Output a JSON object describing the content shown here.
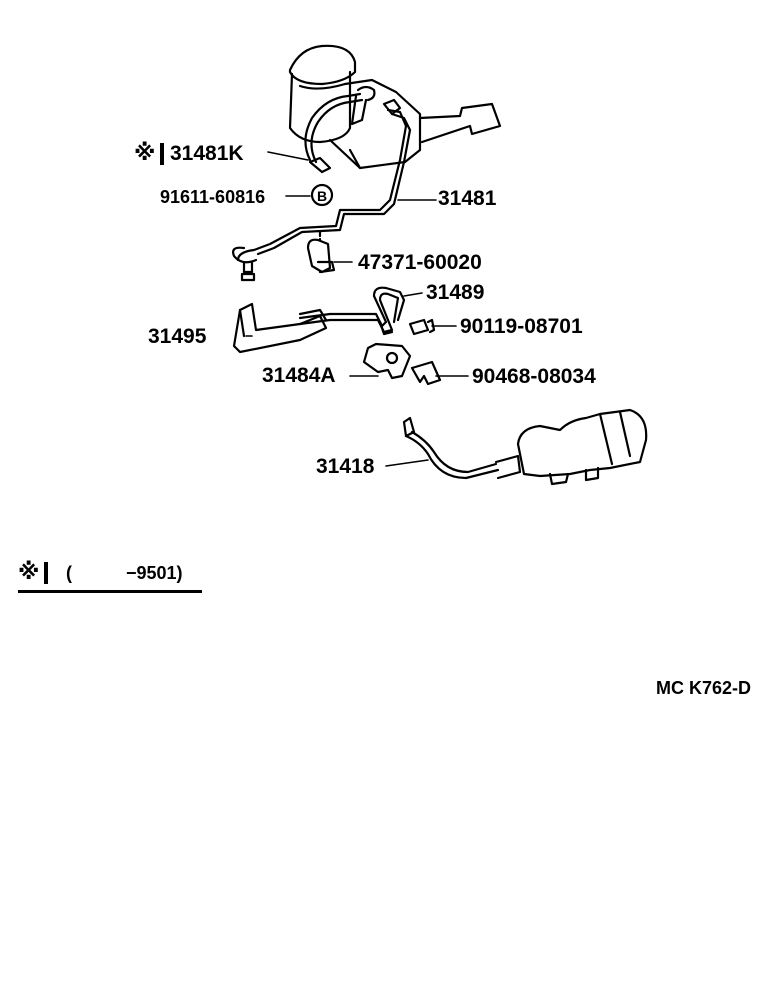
{
  "parts": {
    "p31481K": "31481K",
    "p9161160816": "91611-60816",
    "p31481": "31481",
    "p4737160020": "47371-60020",
    "p31489": "31489",
    "p31495": "31495",
    "p9011908701": "90119-08701",
    "p31484A": "31484A",
    "p9046808034": "90468-08034",
    "p31418": "31418"
  },
  "callout_marker": "B",
  "note_symbol": "※",
  "footnote": {
    "range_open": "(",
    "range_end": "−9501)"
  },
  "diagram_code": "MC  K762-D"
}
